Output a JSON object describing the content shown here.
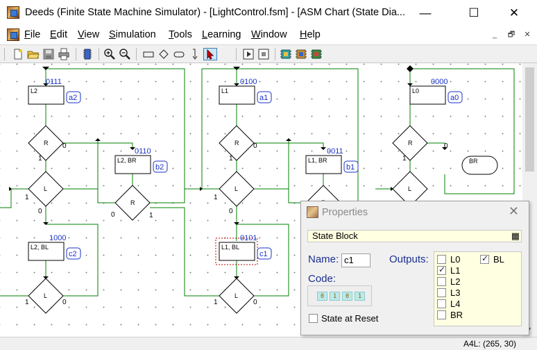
{
  "window": {
    "title": "Deeds (Finite State Machine Simulator) - [LightControl.fsm] - [ASM Chart (State Dia...",
    "minimize": "—",
    "maximize": "☐",
    "close": "✕"
  },
  "menu": {
    "items": [
      {
        "mnemonic": "F",
        "rest": "ile"
      },
      {
        "mnemonic": "E",
        "rest": "dit"
      },
      {
        "mnemonic": "V",
        "rest": "iew"
      },
      {
        "mnemonic": "S",
        "rest": "imulation"
      },
      {
        "mnemonic": "T",
        "rest": "ools"
      },
      {
        "mnemonic": "L",
        "rest": "earning"
      },
      {
        "mnemonic": "W",
        "rest": "indow"
      },
      {
        "mnemonic": "H",
        "rest": "elp"
      }
    ],
    "mdi_minimize": "_",
    "mdi_restore": "🗗",
    "mdi_close": "✕"
  },
  "toolbar": {
    "tools": [
      "new-file-icon",
      "open-folder-icon",
      "save-icon",
      "print-icon",
      "copy-chip-icon",
      "zoom-in-icon",
      "zoom-out-icon",
      "state-block-icon",
      "decision-block-icon",
      "output-block-icon",
      "link-arrow-icon",
      "select-pointer-icon",
      "start-simulation-icon",
      "stop-simulation-icon",
      "component-a-icon",
      "component-b-icon",
      "component-c-icon"
    ]
  },
  "asm": {
    "states": [
      {
        "name": "a2",
        "outputs": "L2",
        "code": "0111"
      },
      {
        "name": "b2",
        "outputs": "L2, BR",
        "code": "0110"
      },
      {
        "name": "c2",
        "outputs": "L2, BL",
        "code": "1000"
      },
      {
        "name": "a1",
        "outputs": "L1",
        "code": "0100"
      },
      {
        "name": "b1",
        "outputs": "L1, BR",
        "code": "0011"
      },
      {
        "name": "c1",
        "outputs": "L1, BL",
        "code": "0101"
      },
      {
        "name": "a0",
        "outputs": "L0",
        "code": "0000"
      }
    ],
    "decisions": {
      "R": "R",
      "L": "L"
    },
    "conditional_output": "BR",
    "branch_labels": {
      "one": "1",
      "zero": "0"
    }
  },
  "properties": {
    "title": "Properties",
    "close": "✕",
    "block_type": "State Block",
    "name_label": "Name:",
    "name_value": "c1",
    "code_label": "Code:",
    "code_bits": [
      "0",
      "1",
      "0",
      "1"
    ],
    "outputs_label": "Outputs:",
    "outputs": [
      {
        "label": "L0",
        "checked": false
      },
      {
        "label": "L1",
        "checked": true
      },
      {
        "label": "L2",
        "checked": false
      },
      {
        "label": "L3",
        "checked": false
      },
      {
        "label": "L4",
        "checked": false
      },
      {
        "label": "BR",
        "checked": false
      },
      {
        "label": "BL",
        "checked": true
      }
    ],
    "state_at_reset_label": "State at Reset",
    "state_at_reset": false
  },
  "status": {
    "coords": "A4L: (265, 30)"
  },
  "colors": {
    "wire": "#008000",
    "code_text": "#1a32c8",
    "selection": "#c00000",
    "label_blue": "#1a2f8f"
  }
}
